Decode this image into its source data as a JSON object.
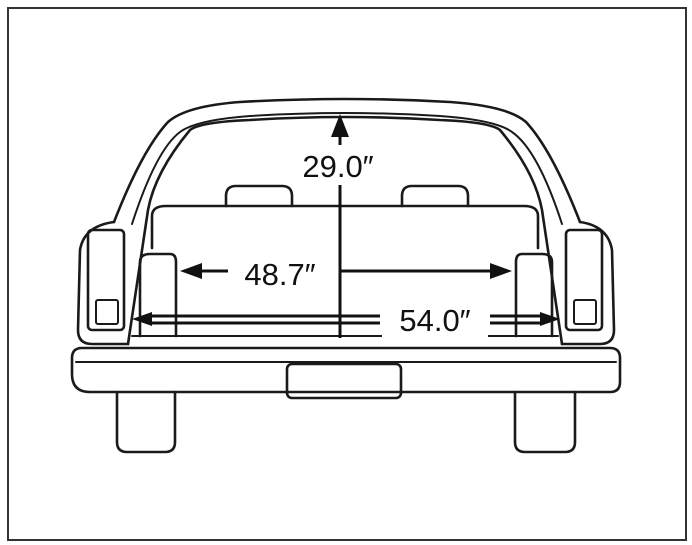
{
  "dimensions": {
    "height_label": "29.0″",
    "inner_width_label": "48.7″",
    "outer_width_label": "54.0″"
  }
}
